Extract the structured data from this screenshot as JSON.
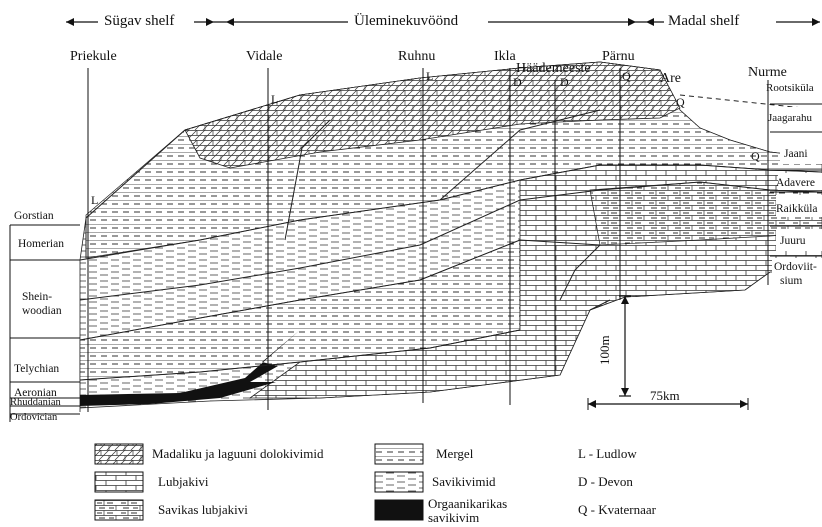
{
  "zones": {
    "deep_shelf": "Sügav shelf",
    "transition": "Üleminekuvöönd",
    "shallow_shelf": "Madal shelf"
  },
  "localities": {
    "priekule": "Priekule",
    "vidale": "Vidale",
    "ruhnu": "Ruhnu",
    "ikla": "Ikla",
    "haademeeste": "Häädemeeste",
    "parnu": "Pärnu",
    "are": "Are",
    "nurme": "Nurme"
  },
  "markers": {
    "L": "L",
    "D": "D",
    "Q": "Q"
  },
  "left_stages": {
    "gorstian": "Gorstian",
    "homerian": "Homerian",
    "sheinwoodian_1": "Shein-",
    "sheinwoodian_2": "woodian",
    "telychian": "Telychian",
    "aeronian": "Aeronian",
    "rhuddanian": "Rhuddanian",
    "ordovician": "Ordovician"
  },
  "right_stages": {
    "rootsikula": "Rootsiküla",
    "jaagarahu": "Jaagarahu",
    "jaani": "Jaani",
    "adavere": "Adavere",
    "raikkula": "Raikküla",
    "juuru": "Juuru",
    "ordoviitsium_1": "Ordoviit-",
    "ordoviitsium_2": "sium"
  },
  "scale": {
    "vertical": "100m",
    "horizontal": "75km"
  },
  "legend": {
    "dolomite": "Madaliku ja laguuni dolokivimid",
    "limestone": "Lubjakivi",
    "clayey_limestone": "Savikas lubjakivi",
    "marl": "Mergel",
    "claystone": "Savikivimid",
    "organic_claystone_1": "Orgaanikarikas",
    "organic_claystone_2": "savikivim",
    "ludlow": "L - Ludlow",
    "devon": "D - Devon",
    "quaternary": "Q - Kvaternaar"
  }
}
